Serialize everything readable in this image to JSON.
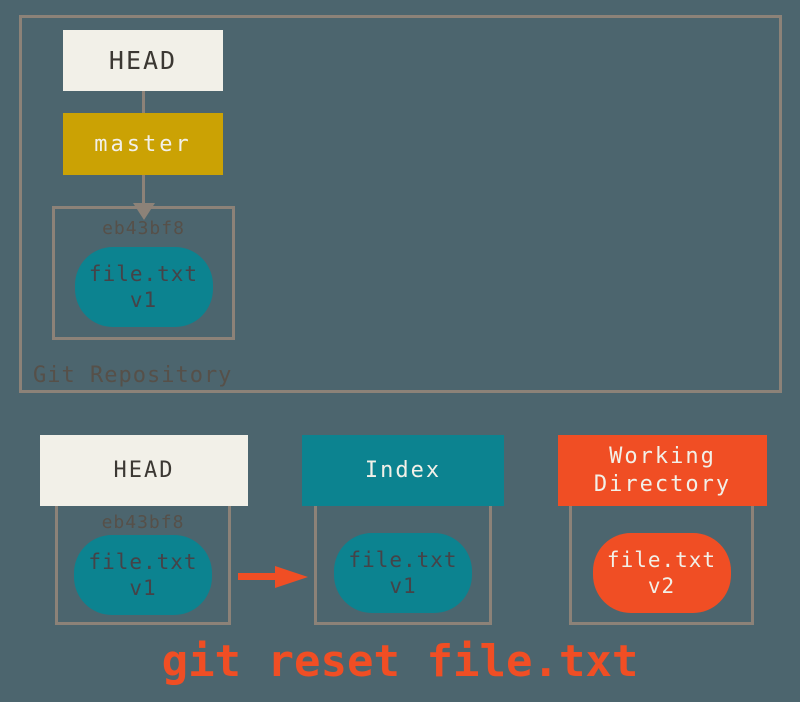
{
  "colors": {
    "background": "#4C656E",
    "border": "#8C8278",
    "cream": "#F2F0E8",
    "gold": "#CBA204",
    "teal": "#0C8390",
    "red": "#F04E24",
    "dark_text": "#3C3833",
    "muted_text": "#565049",
    "pill_text": "#454348"
  },
  "repository": {
    "label": "Git Repository",
    "head_label": "HEAD",
    "branch_label": "master",
    "commit": {
      "id": "eb43bf8",
      "file_name": "file.txt",
      "file_version": "v1"
    }
  },
  "columns": {
    "head": {
      "title": "HEAD",
      "commit_id": "eb43bf8",
      "file_name": "file.txt",
      "file_version": "v1"
    },
    "index": {
      "title": "Index",
      "file_name": "file.txt",
      "file_version": "v1"
    },
    "working_directory": {
      "title": "Working Directory",
      "file_name": "file.txt",
      "file_version": "v2"
    }
  },
  "caption": "git reset file.txt"
}
